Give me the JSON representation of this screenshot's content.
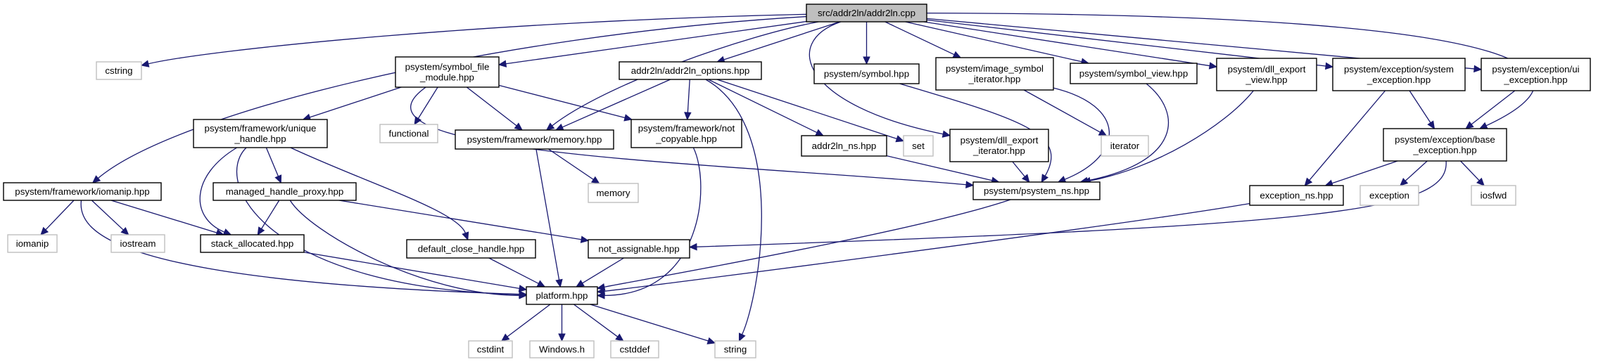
{
  "title": "src/addr2ln/addr2ln.cpp",
  "colors": {
    "edge": "#191970",
    "root_fill": "#bfbfbf",
    "local_border": "#000000",
    "system_border": "#bfbfbf"
  },
  "nodes": [
    {
      "id": "root",
      "kind": "root",
      "lines": [
        "src/addr2ln/addr2ln.cpp"
      ]
    },
    {
      "id": "cstring",
      "kind": "system",
      "lines": [
        "cstring"
      ]
    },
    {
      "id": "symbol_file_module",
      "kind": "local",
      "lines": [
        "psystem/symbol_file",
        "_module.hpp"
      ]
    },
    {
      "id": "addr2ln_options",
      "kind": "local",
      "lines": [
        "addr2ln/addr2ln_options.hpp"
      ]
    },
    {
      "id": "symbol",
      "kind": "local",
      "lines": [
        "psystem/symbol.hpp"
      ]
    },
    {
      "id": "image_symbol_iterator",
      "kind": "local",
      "lines": [
        "psystem/image_symbol",
        "_iterator.hpp"
      ]
    },
    {
      "id": "symbol_view",
      "kind": "local",
      "lines": [
        "psystem/symbol_view.hpp"
      ]
    },
    {
      "id": "dll_export_view",
      "kind": "local",
      "lines": [
        "psystem/dll_export",
        "_view.hpp"
      ]
    },
    {
      "id": "system_exception",
      "kind": "local",
      "lines": [
        "psystem/exception/system",
        "_exception.hpp"
      ]
    },
    {
      "id": "ui_exception",
      "kind": "local",
      "lines": [
        "psystem/exception/ui",
        "_exception.hpp"
      ]
    },
    {
      "id": "unique_handle",
      "kind": "local",
      "lines": [
        "psystem/framework/unique",
        "_handle.hpp"
      ]
    },
    {
      "id": "functional",
      "kind": "system",
      "lines": [
        "functional"
      ]
    },
    {
      "id": "memory_hpp",
      "kind": "local",
      "lines": [
        "psystem/framework/memory.hpp"
      ]
    },
    {
      "id": "not_copyable",
      "kind": "local",
      "lines": [
        "psystem/framework/not",
        "_copyable.hpp"
      ]
    },
    {
      "id": "addr2ln_ns",
      "kind": "local",
      "lines": [
        "addr2ln_ns.hpp"
      ]
    },
    {
      "id": "set",
      "kind": "system",
      "lines": [
        "set"
      ]
    },
    {
      "id": "dll_export_iterator",
      "kind": "local",
      "lines": [
        "psystem/dll_export",
        "_iterator.hpp"
      ]
    },
    {
      "id": "iterator",
      "kind": "system",
      "lines": [
        "iterator"
      ]
    },
    {
      "id": "base_exception",
      "kind": "local",
      "lines": [
        "psystem/exception/base",
        "_exception.hpp"
      ]
    },
    {
      "id": "iomanip_hpp",
      "kind": "local",
      "lines": [
        "psystem/framework/iomanip.hpp"
      ]
    },
    {
      "id": "managed_handle_proxy",
      "kind": "local",
      "lines": [
        "managed_handle_proxy.hpp"
      ]
    },
    {
      "id": "memory",
      "kind": "system",
      "lines": [
        "memory"
      ]
    },
    {
      "id": "psystem_ns",
      "kind": "local",
      "lines": [
        "psystem/psystem_ns.hpp"
      ]
    },
    {
      "id": "exception_ns",
      "kind": "local",
      "lines": [
        "exception_ns.hpp"
      ]
    },
    {
      "id": "exception",
      "kind": "system",
      "lines": [
        "exception"
      ]
    },
    {
      "id": "iosfwd",
      "kind": "system",
      "lines": [
        "iosfwd"
      ]
    },
    {
      "id": "iomanip",
      "kind": "system",
      "lines": [
        "iomanip"
      ]
    },
    {
      "id": "iostream",
      "kind": "system",
      "lines": [
        "iostream"
      ]
    },
    {
      "id": "stack_allocated",
      "kind": "local",
      "lines": [
        "stack_allocated.hpp"
      ]
    },
    {
      "id": "default_close_handle",
      "kind": "local",
      "lines": [
        "default_close_handle.hpp"
      ]
    },
    {
      "id": "not_assignable",
      "kind": "local",
      "lines": [
        "not_assignable.hpp"
      ]
    },
    {
      "id": "platform",
      "kind": "local",
      "lines": [
        "platform.hpp"
      ]
    },
    {
      "id": "cstdint",
      "kind": "system",
      "lines": [
        "cstdint"
      ]
    },
    {
      "id": "windows_h",
      "kind": "system",
      "lines": [
        "Windows.h"
      ]
    },
    {
      "id": "cstddef",
      "kind": "system",
      "lines": [
        "cstddef"
      ]
    },
    {
      "id": "string",
      "kind": "system",
      "lines": [
        "string"
      ]
    }
  ],
  "edges": [
    [
      "root",
      "cstring"
    ],
    [
      "root",
      "symbol_file_module"
    ],
    [
      "root",
      "addr2ln_options"
    ],
    [
      "root",
      "symbol"
    ],
    [
      "root",
      "image_symbol_iterator"
    ],
    [
      "root",
      "symbol_view"
    ],
    [
      "root",
      "dll_export_view"
    ],
    [
      "root",
      "system_exception"
    ],
    [
      "root",
      "ui_exception"
    ],
    [
      "root",
      "iomanip_hpp"
    ],
    [
      "root",
      "memory_hpp"
    ],
    [
      "root",
      "dll_export_iterator"
    ],
    [
      "root",
      "base_exception"
    ],
    [
      "symbol_file_module",
      "unique_handle"
    ],
    [
      "symbol_file_module",
      "functional"
    ],
    [
      "symbol_file_module",
      "memory_hpp"
    ],
    [
      "symbol_file_module",
      "not_copyable"
    ],
    [
      "symbol_file_module",
      "psystem_ns"
    ],
    [
      "addr2ln_options",
      "memory_hpp"
    ],
    [
      "addr2ln_options",
      "not_copyable"
    ],
    [
      "addr2ln_options",
      "addr2ln_ns"
    ],
    [
      "addr2ln_options",
      "set"
    ],
    [
      "addr2ln_options",
      "string"
    ],
    [
      "symbol",
      "psystem_ns"
    ],
    [
      "image_symbol_iterator",
      "iterator"
    ],
    [
      "image_symbol_iterator",
      "psystem_ns"
    ],
    [
      "symbol_view",
      "psystem_ns"
    ],
    [
      "dll_export_view",
      "psystem_ns"
    ],
    [
      "system_exception",
      "base_exception"
    ],
    [
      "system_exception",
      "exception_ns"
    ],
    [
      "ui_exception",
      "base_exception"
    ],
    [
      "unique_handle",
      "managed_handle_proxy"
    ],
    [
      "unique_handle",
      "stack_allocated"
    ],
    [
      "unique_handle",
      "default_close_handle"
    ],
    [
      "unique_handle",
      "platform"
    ],
    [
      "memory_hpp",
      "memory"
    ],
    [
      "memory_hpp",
      "platform"
    ],
    [
      "not_copyable",
      "platform"
    ],
    [
      "addr2ln_ns",
      "psystem_ns"
    ],
    [
      "dll_export_iterator",
      "psystem_ns"
    ],
    [
      "base_exception",
      "exception_ns"
    ],
    [
      "base_exception",
      "exception"
    ],
    [
      "base_exception",
      "iosfwd"
    ],
    [
      "base_exception",
      "not_assignable"
    ],
    [
      "iomanip_hpp",
      "iomanip"
    ],
    [
      "iomanip_hpp",
      "iostream"
    ],
    [
      "iomanip_hpp",
      "stack_allocated"
    ],
    [
      "iomanip_hpp",
      "platform"
    ],
    [
      "managed_handle_proxy",
      "stack_allocated"
    ],
    [
      "managed_handle_proxy",
      "not_assignable"
    ],
    [
      "managed_handle_proxy",
      "platform"
    ],
    [
      "psystem_ns",
      "platform"
    ],
    [
      "exception_ns",
      "platform"
    ],
    [
      "stack_allocated",
      "platform"
    ],
    [
      "default_close_handle",
      "platform"
    ],
    [
      "not_assignable",
      "platform"
    ],
    [
      "platform",
      "cstdint"
    ],
    [
      "platform",
      "windows_h"
    ],
    [
      "platform",
      "cstddef"
    ],
    [
      "platform",
      "string"
    ]
  ]
}
